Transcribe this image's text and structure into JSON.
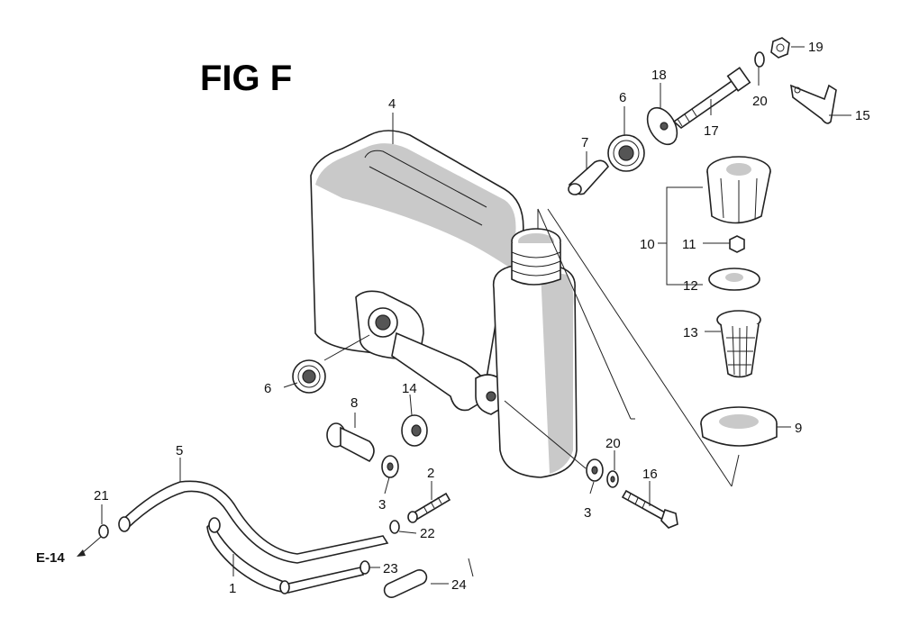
{
  "figure": {
    "title": "FIG F"
  },
  "reference": {
    "label": "E-14"
  },
  "callouts": {
    "c1": "1",
    "c2": "2",
    "c3a": "3",
    "c3b": "3",
    "c4": "4",
    "c5": "5",
    "c6a": "6",
    "c6b": "6",
    "c7": "7",
    "c8": "8",
    "c9": "9",
    "c10": "10",
    "c11": "11",
    "c12": "12",
    "c13": "13",
    "c14": "14",
    "c15": "15",
    "c16": "16",
    "c17": "17",
    "c18": "18",
    "c19": "19",
    "c20a": "20",
    "c20b": "20",
    "c21": "21",
    "c22": "22",
    "c23": "23",
    "c24": "24"
  }
}
